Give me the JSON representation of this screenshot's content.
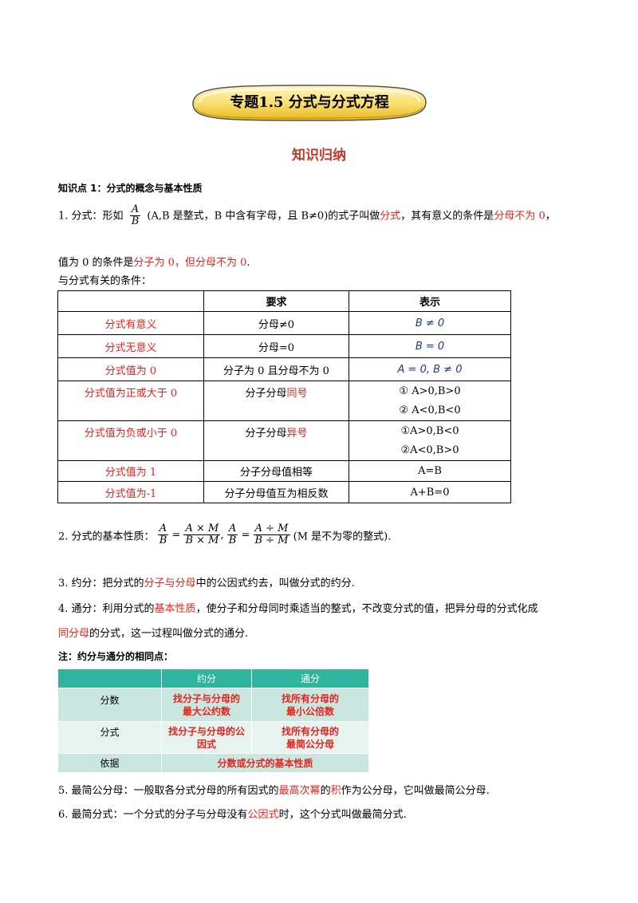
{
  "title": "专题1.5  分式与分式方程",
  "section_heading": "知识归纳",
  "kp1_title": "知识点 1：分式的概念与基本性质",
  "p1": {
    "a": "1.  分式：形如",
    "frac_num": "A",
    "frac_den": "B",
    "b": " (A,B 是整式，B 中含有字母，且 B≠0)的式子叫做",
    "c": "分式",
    "d": "，其有意义的条件是",
    "e": "分母不为 0",
    "f": "，",
    "g": "值为 0 的条件是",
    "h": "分子为 0，但分母不为 0",
    "i": "."
  },
  "conditions_label": "与分式有关的条件：",
  "table1": {
    "headers": [
      "",
      "要求",
      "表示"
    ],
    "rows": [
      {
        "cond": "分式有意义",
        "req": "分母≠0",
        "rep": "B ≠ 0"
      },
      {
        "cond": "分式无意义",
        "req": "分母=0",
        "rep": "B = 0"
      },
      {
        "cond": "分式值为 0",
        "req": "分子为 0 且分母不为 0",
        "rep": "A = 0, B ≠ 0"
      },
      {
        "cond": "分式值为正或大于 0",
        "req_a": "分子分母",
        "req_b": "同号",
        "rep1": "①      A>0,B>0",
        "rep2": "②      A<0,B<0"
      },
      {
        "cond": "分式值为负或小于 0",
        "req_a": "分子分母",
        "req_b": "异号",
        "rep1": "①A>0,B<0",
        "rep2": "②A<0,B>0"
      },
      {
        "cond": "分式值为 1",
        "req": "分子分母值相等",
        "rep": "A=B"
      },
      {
        "cond": "分式值为-1",
        "req": "分子分母值互为相反数",
        "rep": "A+B=0"
      }
    ]
  },
  "p2": {
    "a": "2.  分式的基本性质：",
    "f1n": "A",
    "f1d": "B",
    "f2n": "A × M",
    "f2d": "B × M",
    "f3n": "A",
    "f3d": "B",
    "f4n": "A ÷ M",
    "f4d": "B ÷ M",
    "b": " (M 是不为零的整式)."
  },
  "p3": {
    "a": "3.  约分：把分式的",
    "b": "分子与分母",
    "c": "中的公因式约去，叫做分式的约分."
  },
  "p4": {
    "a": "4.  通分：利用分式的",
    "b": "基本性质",
    "c": "，使分子和分母同时乘适当的整式，不改变分式的值，把异分母的分式化成",
    "d": "同分母",
    "e": "的分式，这一过程叫做分式的通分."
  },
  "note": "注：约分与通分的相同点：",
  "table2": {
    "headers": [
      "",
      "约分",
      "通分"
    ],
    "rows": [
      {
        "label": "分数",
        "a1": "找分子与分母的",
        "a2": "最大公约数",
        "b1": "找所有分母的",
        "b2": "最小公倍数"
      },
      {
        "label": "分式",
        "a1": "找分子与分母的公",
        "a2": "因式",
        "b1": "找所有分母的",
        "b2": "最简公分母"
      }
    ],
    "basis_label": "依据",
    "basis": "分数或分式的基本性质"
  },
  "p5": {
    "a": "5.  最简公分母：一般取各分式分母的所有因式的",
    "b": "最高次幂",
    "c": "的",
    "d": "积",
    "e": "作为公分母，它叫做最简公分母."
  },
  "p6": {
    "a": "6.  最简分式：一个分式的分子与分母没有",
    "b": "公因式",
    "c": "时，这个分式叫做最简分式."
  },
  "colors": {
    "accent_red": "#e8211c",
    "heading_red": "#c0392b",
    "banner_yellow": "#f7d33c",
    "table_teal": "#2fb59d"
  }
}
